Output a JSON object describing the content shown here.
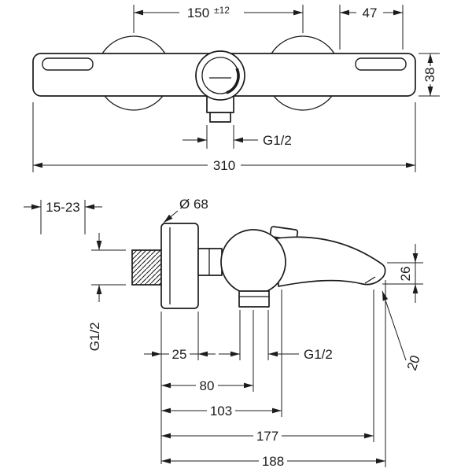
{
  "drawing": {
    "title_semantics": "thermostatic bath mixer installation dimensions",
    "colors": {
      "line": "#1c1c1c",
      "background": "#ffffff"
    },
    "front_view": {
      "center_distance": "150",
      "tolerance": "±12",
      "offset_right": "47",
      "body_height": "38",
      "outlet_thread": "G1/2",
      "overall_width": "310"
    },
    "side_view": {
      "wall_distance_range": "15-23",
      "escutcheon_diameter": "Ø 68",
      "inlet_thread": "G1/2",
      "spout_tip_height": "26",
      "depth_25": "25",
      "shower_outlet_thread": "G1/2",
      "tip_dim_20": "20",
      "depth_80": "80",
      "depth_103": "103",
      "depth_177": "177",
      "overall_depth_188": "188"
    }
  }
}
